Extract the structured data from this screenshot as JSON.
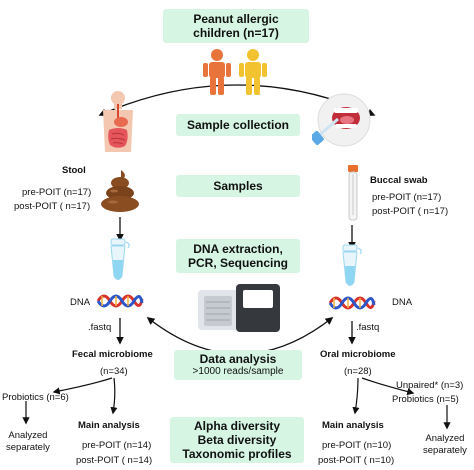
{
  "boxes": {
    "cohort": [
      "Peanut allergic",
      "children (n=17)"
    ],
    "sample_collection": "Sample collection",
    "samples": "Samples",
    "dna_extraction": [
      "DNA extraction,",
      "PCR, Sequencing"
    ],
    "data_analysis": "Data analysis",
    "data_analysis_sub": ">1000 reads/sample",
    "diversity": [
      "Alpha diversity",
      "Beta diversity",
      "Taxonomic profiles"
    ]
  },
  "stool": {
    "title": "Stool",
    "pre": "pre-POIT (n=17)",
    "post": "post-POIT ( n=17)",
    "dna": "DNA",
    "fastq": ".fastq",
    "microbiome": "Fecal microbiome",
    "n": "(n=34)",
    "probiotics": "Probiotics (n=6)",
    "analyzed": [
      "Analyzed",
      "separately"
    ],
    "main_analysis": "Main analysis",
    "main_pre": "pre-POIT (n=14)",
    "main_post": "post-POIT ( n=14)"
  },
  "buccal": {
    "title": "Buccal swab",
    "pre": "pre-POIT (n=17)",
    "post": "post-POIT ( n=17)",
    "dna": "DNA",
    "fastq": ".fastq",
    "microbiome": "Oral microbiome",
    "n": "(n=28)",
    "unpaired": "Unpaired* (n=3)",
    "probiotics": "Probiotics (n=5)",
    "analyzed": [
      "Analyzed",
      "separately"
    ],
    "main_analysis": "Main analysis",
    "main_pre": "pre-POIT (n=10)",
    "main_post": "post-POIT ( n=10)"
  },
  "colors": {
    "box": "#d6f5e3",
    "child_orange": "#e8743b",
    "child_yellow": "#f2c230",
    "stool": "#8a4d22",
    "dna_red": "#d9312b",
    "dna_blue": "#2d56c9",
    "tube_liquid": "#8fd6f2"
  },
  "icons": [
    "child-figure-icon",
    "digestive-system-icon",
    "mouth-swab-icon",
    "stool-icon",
    "swab-tube-icon",
    "pcr-tube-icon",
    "dna-helix-icon",
    "sequencer-icon"
  ]
}
